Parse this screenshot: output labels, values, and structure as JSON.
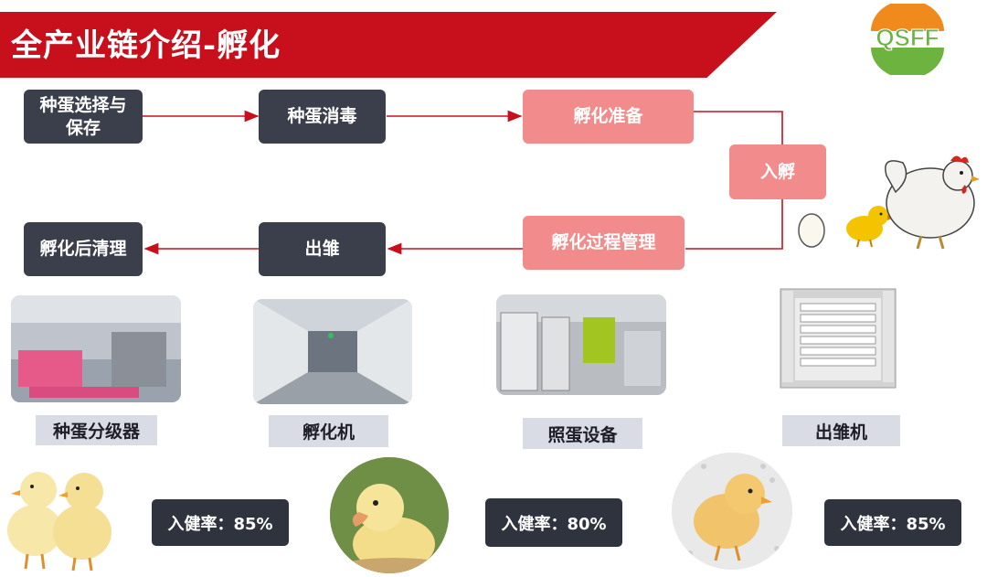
{
  "header": {
    "title": "全产业链介绍-孵化"
  },
  "logo": {
    "text": "QSFF",
    "colors": {
      "orange": "#f08a1c",
      "green": "#6cb33f"
    }
  },
  "flow": {
    "step1": "种蛋选择与保存",
    "step2": "种蛋消毒",
    "step3": "孵化准备",
    "step4": "入孵",
    "step5": "孵化过程管理",
    "step6": "出雏",
    "step7": "孵化后清理"
  },
  "equipment": {
    "items": [
      {
        "label": "种蛋分级器"
      },
      {
        "label": "孵化机"
      },
      {
        "label": "照蛋设备"
      },
      {
        "label": "出雏机"
      }
    ]
  },
  "rates": {
    "items": [
      {
        "label": "入健率：85%"
      },
      {
        "label": "入健率：80%"
      },
      {
        "label": "入健率：85%"
      }
    ]
  },
  "colors": {
    "brand_red": "#c8101d",
    "dark_box": "#3b3f4b",
    "pink_box": "#f28b8b",
    "arrow": "#c8101d"
  }
}
